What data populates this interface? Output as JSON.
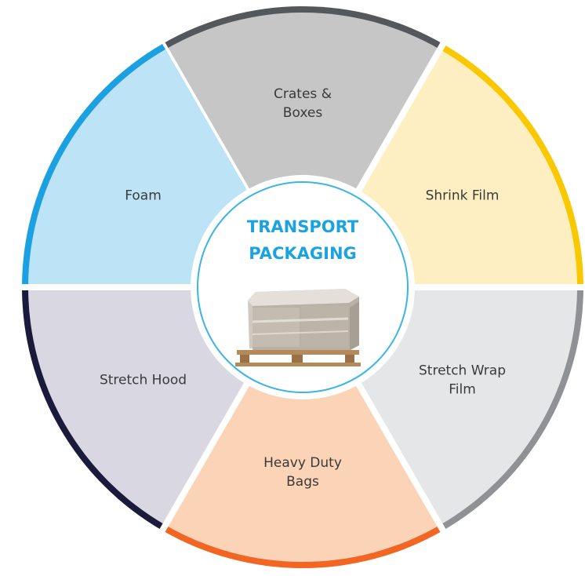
{
  "diagram": {
    "title_lines": [
      "TRANSPORT",
      "PACKAGING"
    ],
    "center_image": "pallet-with-wrapped-boxes",
    "center_ring_color": "#3cb4e6",
    "segments": [
      {
        "id": "crates",
        "lines": [
          "Crates &",
          "Boxes"
        ],
        "fill": "#c6c6c6",
        "rim": "#54575b"
      },
      {
        "id": "shrink",
        "lines": [
          "Shrink Film"
        ],
        "fill": "#fdefc2",
        "rim": "#f9c800"
      },
      {
        "id": "stretch-wrap",
        "lines": [
          "Stretch Wrap",
          "Film"
        ],
        "fill": "#e5e6e8",
        "rim": "#8f9194"
      },
      {
        "id": "bags",
        "lines": [
          "Heavy Duty",
          "Bags"
        ],
        "fill": "#fbd3b7",
        "rim": "#f26522"
      },
      {
        "id": "hood",
        "lines": [
          "Stretch Hood"
        ],
        "fill": "#d9d8e2",
        "rim": "#1a1a3c"
      },
      {
        "id": "foam",
        "lines": [
          "Foam"
        ],
        "fill": "#bde3f7",
        "rim": "#1ba1e2"
      }
    ]
  }
}
